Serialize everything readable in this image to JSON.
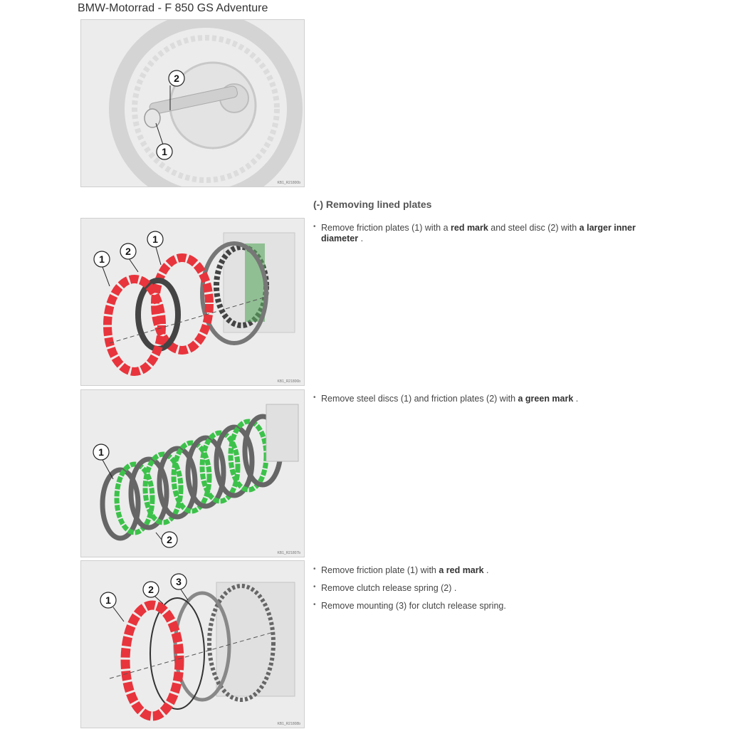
{
  "document": {
    "title": "BMW-Motorrad - F 850 GS Adventure"
  },
  "figures": [
    {
      "code": "KB1_R21800b",
      "callouts": [
        "2",
        "1"
      ]
    },
    {
      "code": "KB1_R21806b",
      "callouts": [
        "1",
        "2",
        "1"
      ]
    },
    {
      "code": "KB1_R21807b",
      "callouts": [
        "1",
        "2"
      ]
    },
    {
      "code": "KB1_R21808b",
      "callouts": [
        "1",
        "2",
        "3"
      ]
    }
  ],
  "section": {
    "heading": "(-) Removing lined plates"
  },
  "steps_group1": [
    {
      "pre": "Remove friction plates (1) with a ",
      "bold1": "red mark",
      "mid": " and steel disc (2) with ",
      "bold2": "a larger inner diameter",
      "post": " ."
    }
  ],
  "steps_group2": [
    {
      "pre": "Remove steel discs (1) and friction plates (2) with ",
      "bold1": "a green mark",
      "post": " ."
    }
  ],
  "steps_group3": [
    {
      "pre": "Remove friction plate (1) with ",
      "bold1": "a red mark",
      "post": " ."
    },
    {
      "pre": "Remove clutch release spring (2) .",
      "bold1": "",
      "post": ""
    },
    {
      "pre": "Remove mounting (3) for clutch release spring.",
      "bold1": "",
      "post": ""
    }
  ],
  "bullet": "•",
  "colors": {
    "red_mark": "#e8343c",
    "green_mark": "#3cc24a",
    "steel": "#666666"
  }
}
